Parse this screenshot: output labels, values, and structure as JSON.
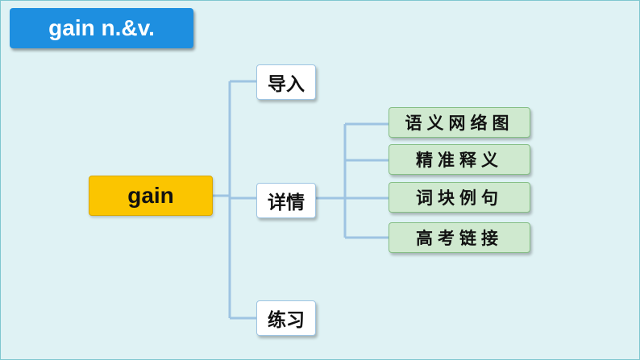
{
  "title": "gain n.&v.",
  "root": "gain",
  "branches": [
    {
      "label": "导入"
    },
    {
      "label": "详情"
    },
    {
      "label": "练习"
    }
  ],
  "details": [
    {
      "label": "语义网络图"
    },
    {
      "label": "精准释义"
    },
    {
      "label": "词块例句"
    },
    {
      "label": "高考链接"
    }
  ],
  "colors": {
    "background": "#dff2f4",
    "title_box": "#1e8fe0",
    "root_box": "#fbc500",
    "leaf_box": "#cfe9cf",
    "connector": "#9ec4e2"
  }
}
